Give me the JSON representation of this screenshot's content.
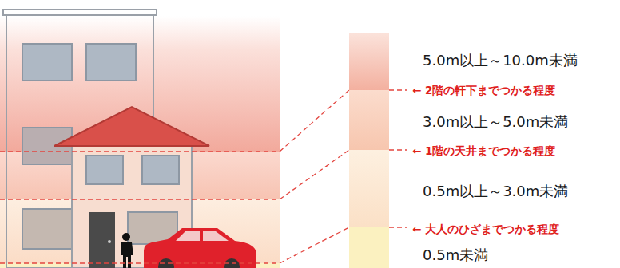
{
  "diagram": {
    "labels": [
      "5.0m以上～10.0m未満",
      "← 2階の軒下までつかる程度",
      "3.0m以上～5.0m未満",
      "← 1階の天井までつかる程度",
      "0.5m以上～3.0m未満",
      "← 大人のひざまでつかる程度",
      "0.5m未満"
    ]
  }
}
